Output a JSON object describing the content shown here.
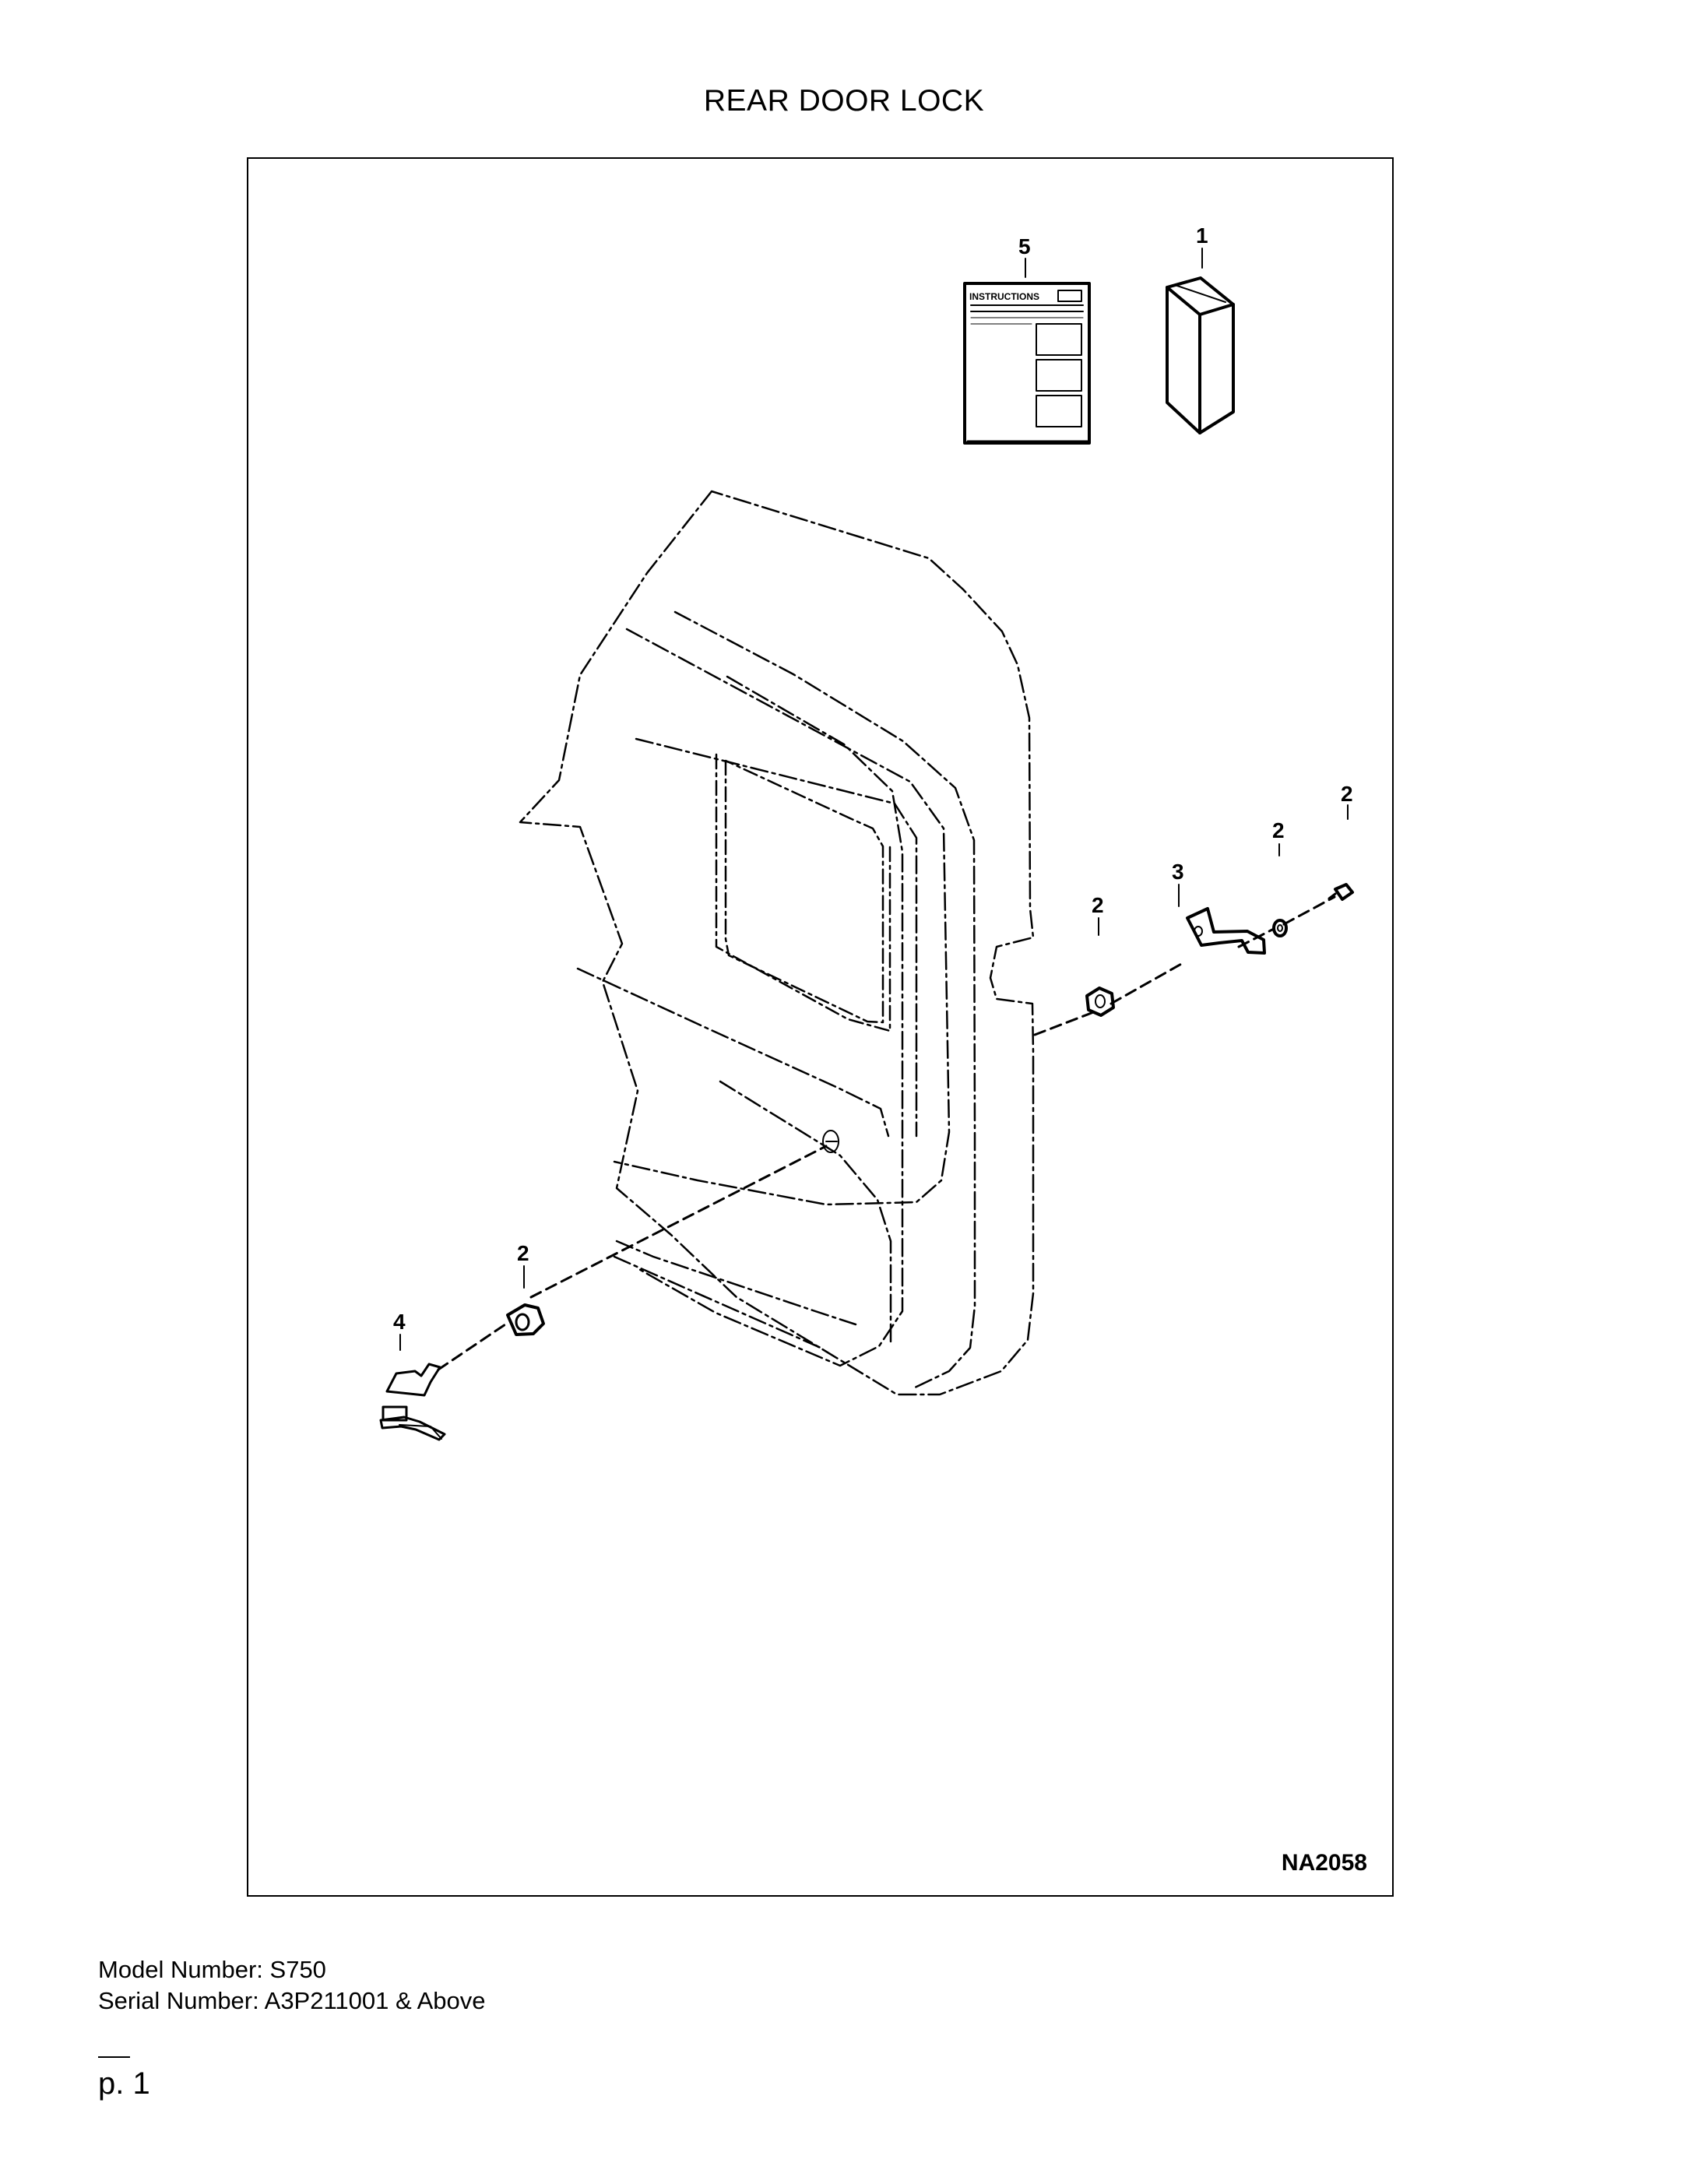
{
  "document": {
    "title": "REAR DOOR LOCK",
    "figure_id": "NA2058",
    "instructions_label": "INSTRUCTIONS",
    "callouts": {
      "kit": "1",
      "hardware": "2",
      "cam": "3",
      "key": "4",
      "manual": "5"
    },
    "model_line": "Model Number: S750",
    "serial_line": "Serial Number: A3P211001 & Above",
    "page_number": "p. 1"
  }
}
